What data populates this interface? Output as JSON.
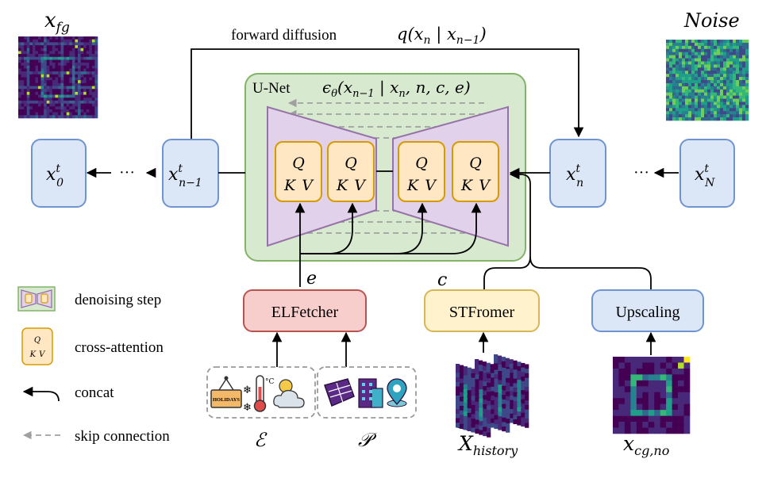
{
  "labels": {
    "x_fg": "x",
    "x_fg_sub": "fg",
    "noise": "Noise",
    "forward_diffusion": "forward diffusion",
    "q_formula": "q(x",
    "q_formula_sub_n": "n",
    "q_formula_mid": " | x",
    "q_formula_sub_n1": "n−1",
    "q_formula_end": ")",
    "unet": "U-Net",
    "eps": "ϵ",
    "eps_sub": "θ",
    "eps_args": "(x",
    "eps_sub_n1": "n−1",
    "eps_mid": " | x",
    "eps_sub_n": "n",
    "eps_end": ", n, c, e)"
  },
  "nodes": {
    "x0": {
      "base": "x",
      "sup": "t",
      "sub": "0"
    },
    "xn1": {
      "base": "x",
      "sup": "t",
      "sub": "n−1"
    },
    "xn": {
      "base": "x",
      "sup": "t",
      "sub": "n"
    },
    "xN": {
      "base": "x",
      "sup": "t",
      "sub": "N"
    },
    "dots": "···"
  },
  "attention_block": {
    "q": "Q",
    "k": "K",
    "v": "V"
  },
  "modules": {
    "elfetcher": "ELFetcher",
    "stfromer": "STFromer",
    "upscaling": "Upscaling",
    "e_label": "e",
    "c_label": "c"
  },
  "inputs": {
    "env_symbol": "ℰ",
    "poi_symbol": "𝒫",
    "x_history": "X",
    "x_history_sub": "history",
    "x_cg": "x",
    "x_cg_sub": "cg,no",
    "holidays": "HOLIDAYS"
  },
  "legend": {
    "denoising": "denoising step",
    "cross_attention": "cross-attention",
    "concat": "concat",
    "skip": "skip connection"
  },
  "colors": {
    "blue_fill": "#dbe6f7",
    "blue_stroke": "#6f94cf",
    "green_fill": "#d7ead0",
    "green_stroke": "#82b366",
    "purple_fill": "#e2d1ea",
    "purple_stroke": "#9673a6",
    "orange_fill": "#ffe7c4",
    "orange_stroke": "#d79b00",
    "red_fill": "#f8cecc",
    "red_stroke": "#b85450",
    "yellow_fill": "#fff2cc",
    "yellow_stroke": "#d6b656"
  }
}
